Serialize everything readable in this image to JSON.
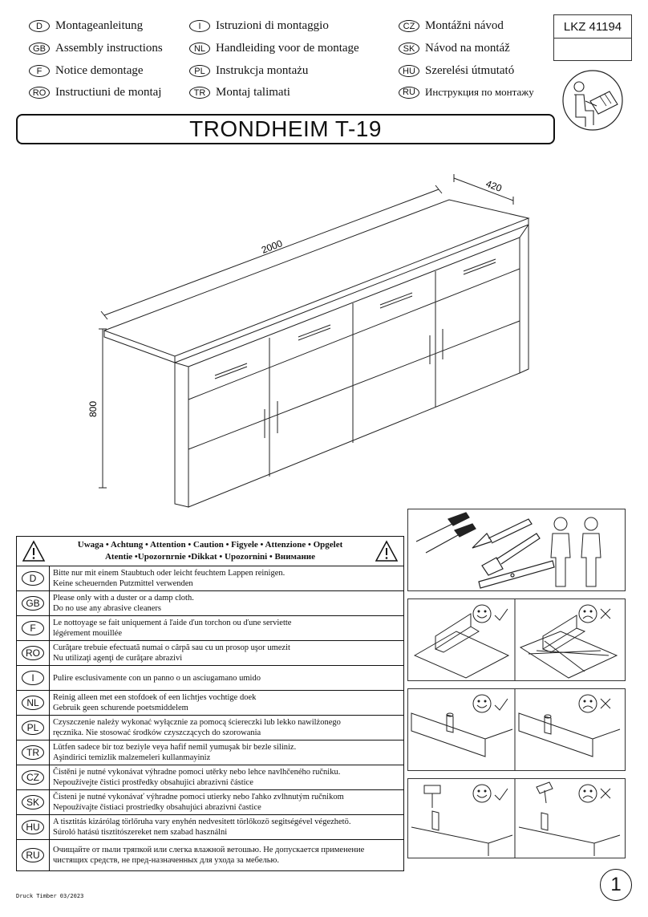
{
  "languages": [
    {
      "code": "D",
      "label": "Montageanleitung"
    },
    {
      "code": "GB",
      "label": "Assembly instructions"
    },
    {
      "code": "F",
      "label": "Notice demontage"
    },
    {
      "code": "RO",
      "label": "Instructiuni de montaj"
    },
    {
      "code": "I",
      "label": "Istruzioni di montaggio"
    },
    {
      "code": "NL",
      "label": "Handleiding voor de montage"
    },
    {
      "code": "PL",
      "label": "Instrukcja montażu"
    },
    {
      "code": "TR",
      "label": "Montaj talimati"
    },
    {
      "code": "CZ",
      "label": "Montážni návod"
    },
    {
      "code": "SK",
      "label": "Návod na montáž"
    },
    {
      "code": "HU",
      "label": "Szerelési útmutató"
    },
    {
      "code": "RU",
      "label": "Инструкция по монтажу"
    }
  ],
  "article_code": "LKZ 41194",
  "product_title": "TRONDHEIM T-19",
  "dimensions": {
    "width": "2000",
    "depth": "420",
    "height": "800"
  },
  "care": {
    "header_line1": "Uwaga • Achtung • Attention • Caution • Figyele • Attenzione • Opgelet",
    "header_line2": "Atentie •Upozornrnie •Dikkat • Upozornini • Внимание",
    "rows": [
      {
        "code": "D",
        "line1": "Bitte nur mit einem Staubtuch oder leicht feuchtem Lappen reinigen.",
        "line2": "Keine scheuernden Putzmittel verwenden"
      },
      {
        "code": "GB",
        "line1": "Please only with a duster or a damp cloth.",
        "line2": "Do no use any abrasive cleaners"
      },
      {
        "code": "F",
        "line1": "Le nottoyage se fait uniquement á ľaide ďun torchon ou ďune serviette",
        "line2": "légérement mouillée"
      },
      {
        "code": "RO",
        "line1": "Curăţare trebuie efectuată numai o cârpă sau cu un prosop uşor umezit",
        "line2": "Nu utilizaţi agenţi de curăţare abrazivi"
      },
      {
        "code": "I",
        "line1": "Pulire esclusivamente con un panno o un asciugamano umido",
        "line2": ""
      },
      {
        "code": "NL",
        "line1": "Reinig alleen met een stofdoek of een lichtjes vochtige doek",
        "line2": "Gebruik geen schurende poetsmiddelem"
      },
      {
        "code": "PL",
        "line1": "Czyszczenie należy wykonać wyłącznie za pomocą ściereczki lub lekko nawilżonego",
        "line2": "ręcznika. Nie stosować środków czyszczących do szorowania"
      },
      {
        "code": "TR",
        "line1": "Lütfen sadece bir toz beziyle veya hafif nemil yumuşak bir bezle siliniz.",
        "line2": "Aşindirici temizlik malzemeleri kullanmayiniz"
      },
      {
        "code": "CZ",
        "line1": "Čistěni je nutné vykonávat výhradne pomoci utěrky nebo lehce navlhčeného ručniku.",
        "line2": "Nepoužívejte čistici prostředky obsahujici abrazivni částice"
      },
      {
        "code": "SK",
        "line1": "Čisteni je nutné vykonávať výhradne pomoci utierky nebo ľahko zvlhnutým ručnikom",
        "line2": "Nepoužívajte čistiaci prostriedky obsahujúci abrazivni častice"
      },
      {
        "code": "HU",
        "line1": "A tisztitás kizárólag törlőruha vary enyhén nedvesitett törlőkozö segitségével végezhetö.",
        "line2": "Súroló hatású tisztitószereket nem szabad használni"
      },
      {
        "code": "RU",
        "line1": "Очищайте от пыли тряпкой или слегка влажной ветошью. Не допускается применение",
        "line2": "чистящих средств, не пред-назначенных для ухода за мебелью."
      }
    ]
  },
  "icons": {
    "warning": "warning-triangle-icon",
    "reader": "reading-person-icon",
    "happy": "happy-face-icon",
    "sad": "sad-face-icon",
    "check": "check-mark-icon",
    "cross": "cross-mark-icon"
  },
  "footer": {
    "print_note": "Druck Timber 03/2023",
    "page_number": "1"
  }
}
